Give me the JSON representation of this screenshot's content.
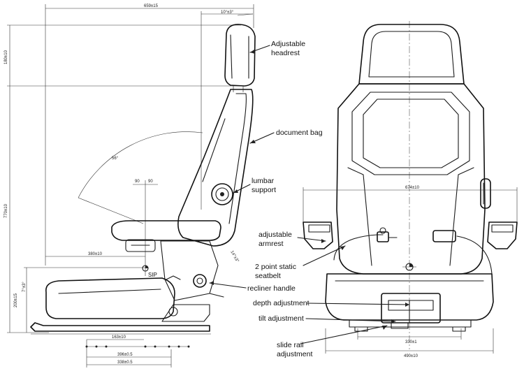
{
  "dimensions": {
    "overall_depth": "659±15",
    "back_angle": "10°±3°",
    "headrest_travel": "180±10",
    "overall_height": "770±10",
    "recline_angle": "56°",
    "sip_offset_a": "90",
    "sip_offset_b": "90",
    "sip_depth": "380±10",
    "cushion_angle": "7°±3°",
    "back_tilt": "14°±3°",
    "seat_height": "200±15",
    "rail_spacing": "163±10",
    "rail_travel": "396±0.5",
    "rail_length": "338±0.5",
    "armrest_width": "674±10",
    "base_width": "330±1",
    "overall_width": "490±10"
  },
  "labels": {
    "sip": "SIP",
    "headrest": [
      "Adjustable",
      "headrest"
    ],
    "document_bag": "document bag",
    "lumbar": [
      "lumbar",
      "support"
    ],
    "armrest": [
      "adjustable",
      "armrest"
    ],
    "seatbelt": [
      "2 point static",
      "seatbelt"
    ],
    "recliner": "recliner handle",
    "depth": "depth adjustment",
    "tilt": "tilt adjustment",
    "slide_rail": [
      "slide rail",
      "adjustment"
    ]
  }
}
